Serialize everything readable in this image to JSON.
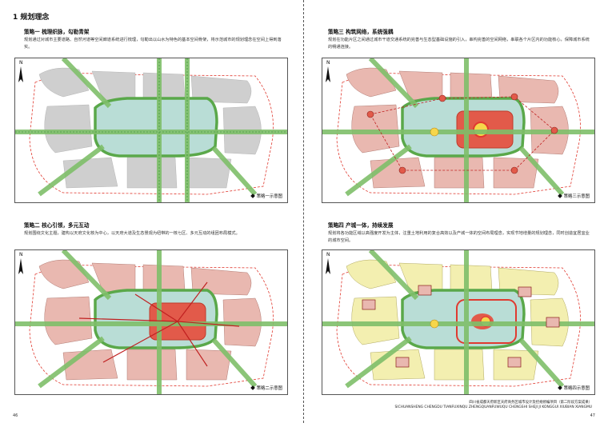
{
  "section_title": "1 规划理念",
  "colors": {
    "road_green": "#7fbf6a",
    "ring_green": "#5aa84a",
    "water": "#b9ddd6",
    "block_gray": "#cfcfcf",
    "block_pink": "#e9b8b0",
    "block_yellow": "#f3efb0",
    "core_red": "#e25a4a",
    "border_red": "#e03a30"
  },
  "strategies": [
    {
      "title": "策略一 梳理织脉，勾勒青架",
      "text": "规划通过对城市主要道路、自然河道等空间廊道系统进行梳理，勾勒出以山水为特色的基本空间骨架，将示范城市的规划理念在空间上得到落实。",
      "caption": "策略一示意图"
    },
    {
      "title": "策略二 核心引领，多元互动",
      "text": "规划围绕文化主题，建构以天府文化核为中心，以天府大道及生态景观为纽带的一核七区、多元互动的组团布局模式。",
      "caption": "策略二示意图"
    },
    {
      "title": "策略三 构筑网络，系统强耦",
      "text": "规划在功能片区之间通过城市干道交通系统的完善与生态型基础设施的引入，串构完善的空间网络，串联各个片区内的功能核心，保障城市系统的畅通连接。",
      "caption": "策略三示意图"
    },
    {
      "title": "策略四 产城一体，持续发展",
      "text": "规划将各功能区域以高强度开发为主体，注重土地利用的复合高效以及产城一体的空间布局理念，实现节地增量的规划理念，同时创造宜居宜业的城市空间。",
      "caption": "策略四示意图"
    }
  ],
  "page_numbers": {
    "left": "46",
    "right": "47"
  },
  "footer": {
    "line1": "四川省成都天府新区天府商务区城市设计及控规修编项目（第二阶段方案成果）",
    "line2": "SICHUANSHENG CHENGDU TIANFUXINQU ZHENGQUANFUWUQU CHENGSHI SHEJI JI KONGGUI XIUBIAN XIANGMU"
  },
  "north_label": "N"
}
